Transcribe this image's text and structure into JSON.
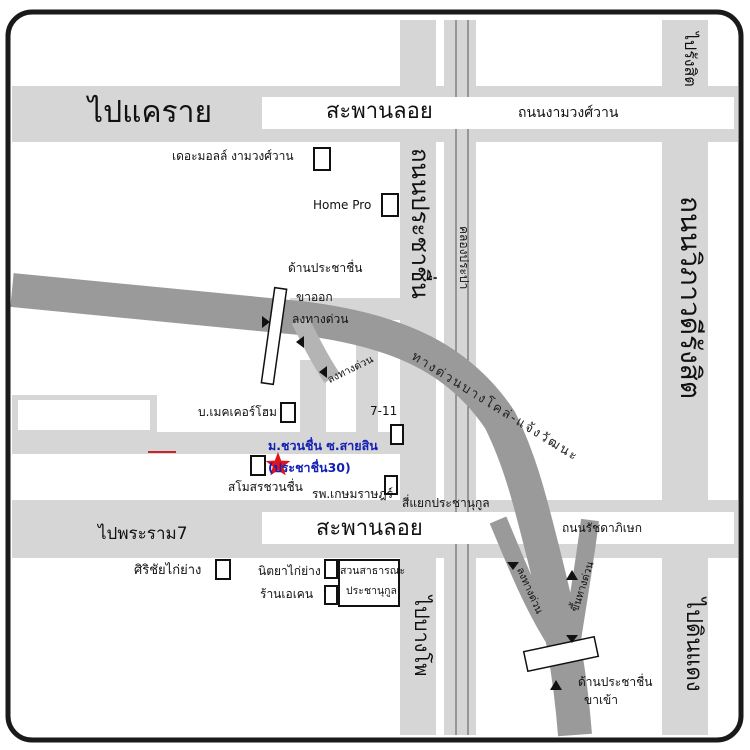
{
  "labels": {
    "to_khae_rai": "ไปแคราย",
    "saphan_loi_top": "สะพานลอย",
    "ngam_wong_wan_rd": "ถนนงามวงศ์วาน",
    "mall_ngamwongwan": "เดอะมอลล์ งามวงศ์วาน",
    "home_pro": "Home Pro",
    "prachachuen_rd": "ถนนประชาชื่น",
    "khlong_prapa": "คลองประปา",
    "vibhavadi_rd": "ถนนวิภาวดีรังสิต",
    "to_rangsit": "ไปรังสิต",
    "prachachuen_side_top": "ด้านประชาชื่น",
    "exit_out": "ขาออก",
    "down_expressway_1": "ลงทางด่วน",
    "down_expressway_2": "ลงทางด่วน",
    "expressway_name": "ทางด่วนบางโคล่-แจ้งวัฒนะ",
    "maker_home": "บ.เมคเคอร์โฮม",
    "seven_eleven": "7-11",
    "destination_line1": "ม.ชวนชื่น ซ.สายสิน",
    "destination_line2": "(ประชาชื่น30)",
    "chuanchuen_club": "สโมสรชวนชื่น",
    "kasemrad_hospital": "รพ.เกษมราษฎร์",
    "prachanukul_junction": "สี่แยกประชานุกูล",
    "to_rama7": "ไปพระราม7",
    "saphan_loi_bottom": "สะพานลอย",
    "ratchadaphisek_rd": "ถนนรัชดาภิเษก",
    "sirichai_kaiyang": "ศิริชัยไก่ย่าง",
    "nittaya_kaiyang": "นิตยาไก่ย่าง",
    "ran_ekhon": "ร้านเอเคน",
    "park_line1": "สวนสาธารณะ",
    "park_line2": "ประชานุกูล",
    "down_expressway_3": "ลงทางด่วน",
    "up_expressway": "ขึ้นทางด่วน",
    "prachachuen_side_bottom": "ด้านประชาชื่น",
    "inbound": "ขาเข้า",
    "to_bang_pho": "ไปบางโพ",
    "to_din_daeng": "ไปดินแดง"
  },
  "colors": {
    "road": "#d6d6d6",
    "expressway": "#9a9a9a",
    "frame": "#1a1a1a",
    "destination_star": "#e0141c",
    "destination_text": "#1420b4"
  },
  "icons": {
    "destination": "star-icon",
    "direction": "arrow-icon"
  }
}
